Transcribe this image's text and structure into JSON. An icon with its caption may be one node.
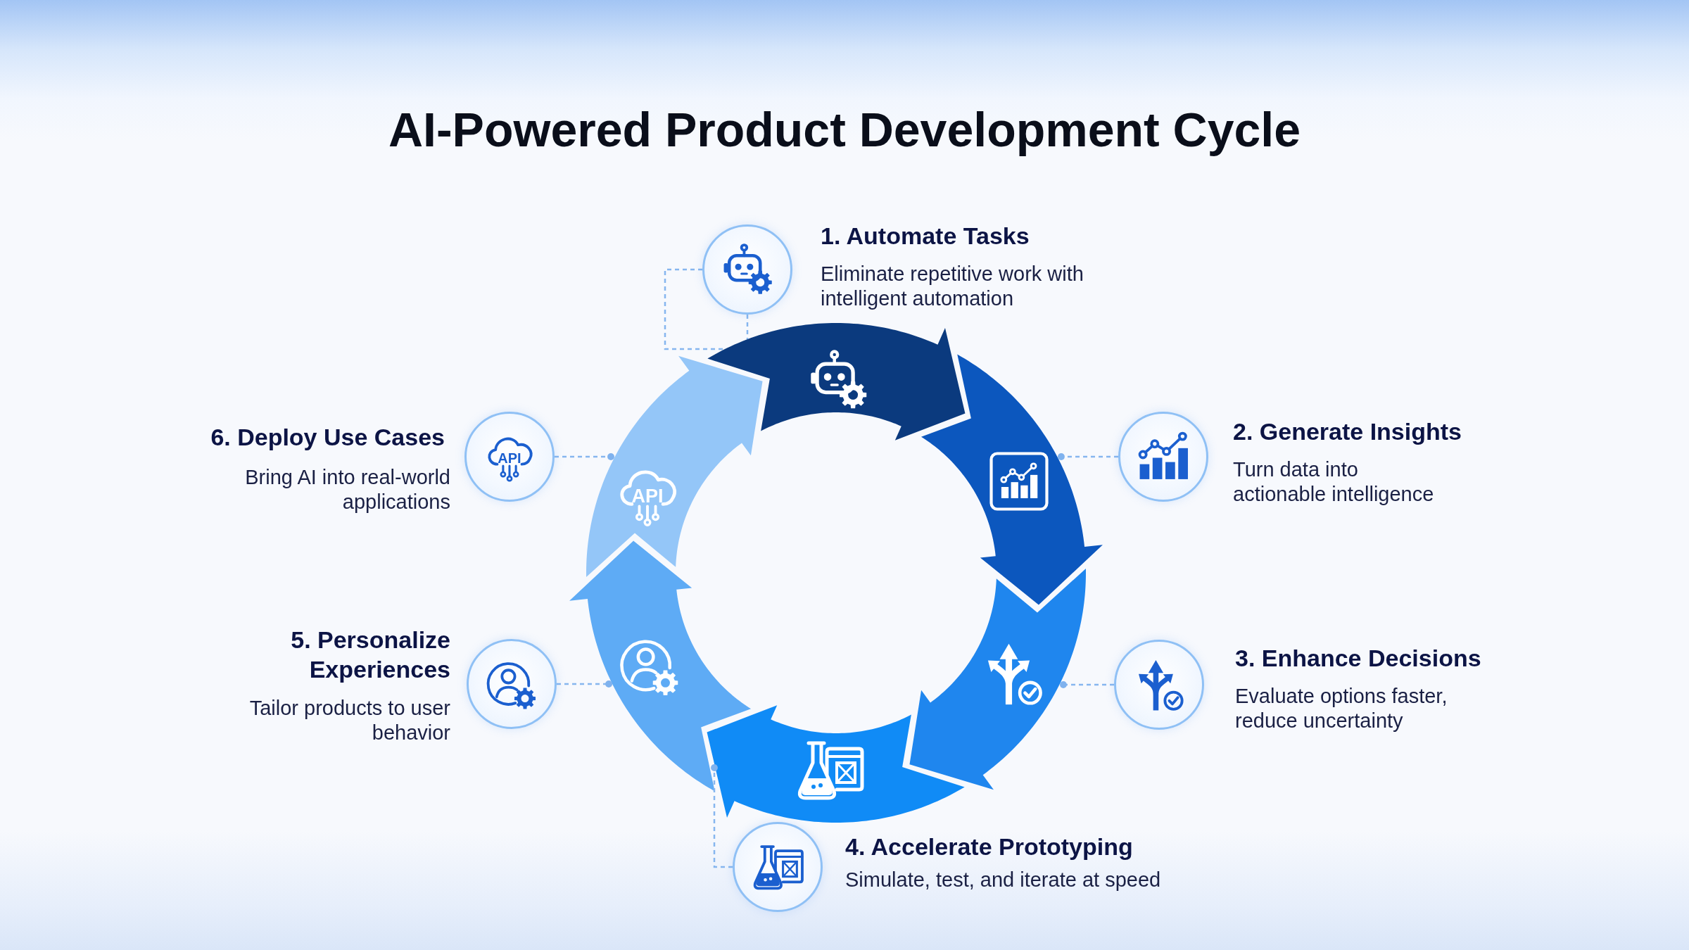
{
  "diagram": {
    "title": "AI-Powered Product Development Cycle",
    "nodes": [
      {
        "text": [
          "1. Automate Tasks",
          "Eliminate repetitive work with intelligent automation"
        ]
      },
      {
        "text": [
          "2. Generate Insights",
          "Turn data into actionable intelligence"
        ]
      },
      {
        "text": [
          "3. Enhance Decisions",
          "Evaluate options faster, reduce uncertainty"
        ]
      },
      {
        "text": [
          "4. Accelerate Prototyping",
          "Simulate, test, and iterate at speed"
        ]
      },
      {
        "text": [
          "5. Personalize Experiences",
          "Tailor products to user behavior"
        ]
      },
      {
        "text": [
          "6. Deploy Use Cases",
          "Bring AI into real-world applications"
        ]
      },
      {
        "text": [],
        "shape": "arrow"
      },
      {
        "text": [],
        "shape": "arrow"
      },
      {
        "text": [],
        "shape": "arrow"
      },
      {
        "text": [],
        "shape": "arrow"
      },
      {
        "text": [],
        "shape": "arrow"
      },
      {
        "text": [],
        "shape": "arrow"
      }
    ],
    "edges": [
      {
        "from": 0,
        "to": 6,
        "arrow": "none",
        "style": "dashed"
      },
      {
        "from": 0,
        "to": 6,
        "arrow": "none",
        "style": "dashed"
      },
      {
        "from": 1,
        "to": 7,
        "arrow": "other",
        "style": "dashed"
      },
      {
        "from": 2,
        "to": 8,
        "arrow": "other",
        "style": "dashed"
      },
      {
        "from": 3,
        "to": 9,
        "arrow": "other",
        "style": "dashed"
      },
      {
        "from": 4,
        "to": 10,
        "arrow": "other",
        "style": "dashed"
      },
      {
        "from": 5,
        "to": 11,
        "arrow": "other",
        "style": "dashed"
      }
    ],
    "labels": [
      "API",
      "API"
    ]
  }
}
